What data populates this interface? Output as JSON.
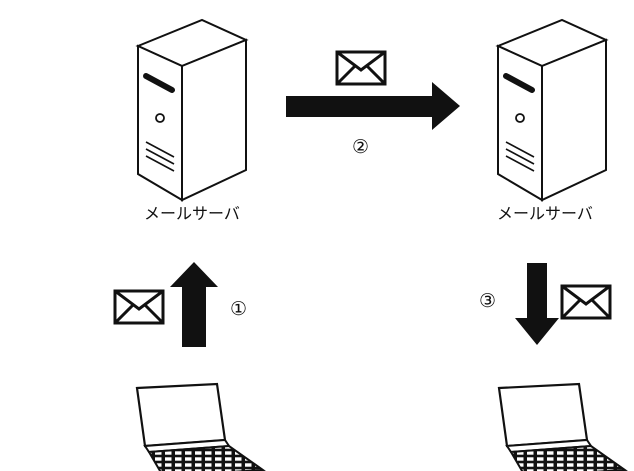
{
  "diagram": {
    "servers": [
      {
        "label": "メールサーバ",
        "icon": "server-icon"
      },
      {
        "label": "メールサーバ",
        "icon": "server-icon"
      }
    ],
    "clients": [
      {
        "icon": "laptop-icon"
      },
      {
        "icon": "laptop-icon"
      }
    ],
    "steps": [
      {
        "number": "①",
        "direction": "up",
        "icon": "envelope-icon"
      },
      {
        "number": "②",
        "direction": "right",
        "icon": "envelope-icon"
      },
      {
        "number": "③",
        "direction": "down",
        "icon": "envelope-icon"
      }
    ],
    "colors": {
      "ink": "#111111",
      "background": "#ffffff"
    }
  }
}
